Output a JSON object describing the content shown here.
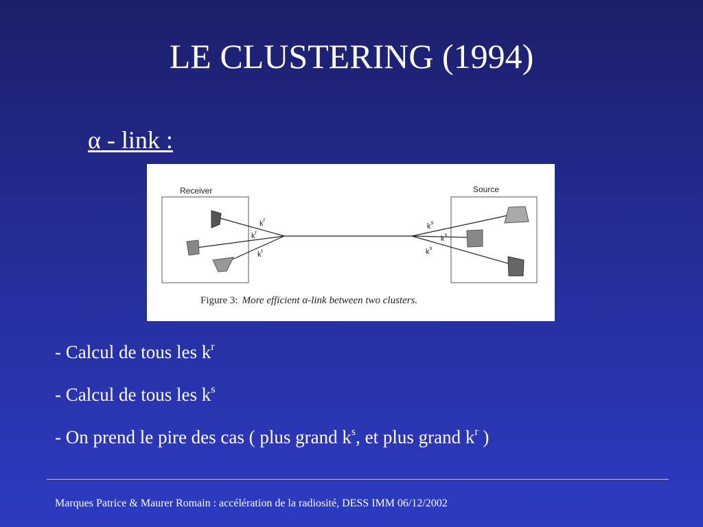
{
  "slide": {
    "title": "LE CLUSTERING (1994)",
    "subtitle": "α - link :"
  },
  "figure": {
    "receiver_label": "Receiver",
    "source_label": "Source",
    "k_label": "k",
    "r_sup": "r",
    "s_sup": "s",
    "caption_prefix": "Figure 3:",
    "caption_text": "More efficient α-link between two clusters."
  },
  "bullets": [
    {
      "prefix": "- Calcul de tous les k",
      "sup": "r",
      "suffix": ""
    },
    {
      "prefix": "- Calcul de tous les k",
      "sup": "s",
      "suffix": ""
    },
    {
      "prefix": "- On prend le pire des cas ( plus grand k",
      "sup": "s",
      "middle": ", et plus grand k",
      "sup2": "r",
      "suffix": " )"
    }
  ],
  "footer": {
    "text": "Marques Patrice & Maurer Romain : accélération de la radiosité, DESS IMM 06/12/2002"
  }
}
